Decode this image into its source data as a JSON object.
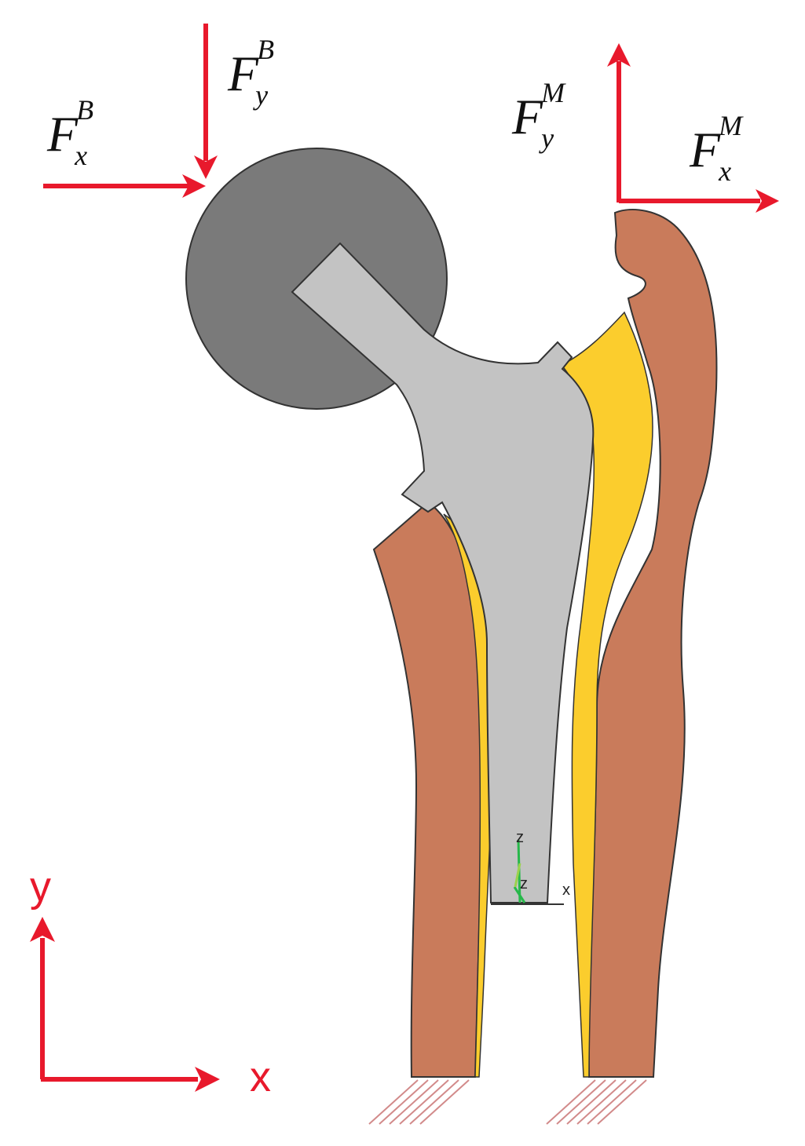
{
  "forces": {
    "fxb": {
      "symbol": "F",
      "sub": "x",
      "sup": "B"
    },
    "fyb": {
      "symbol": "F",
      "sub": "y",
      "sup": "B"
    },
    "fym": {
      "symbol": "F",
      "sub": "y",
      "sup": "M"
    },
    "fxm": {
      "symbol": "F",
      "sub": "x",
      "sup": "M"
    }
  },
  "axes": {
    "x": "x",
    "y": "y"
  },
  "local_axes": {
    "x": "x",
    "z1": "z",
    "z2": "z"
  },
  "colors": {
    "arrow": "#e8192c",
    "bone": "#c97b5b",
    "cement": "#fbcd2d",
    "stem": "#c3c3c3",
    "head": "#7a7a7a",
    "outline": "#333333",
    "hatch": "#d28a8a"
  }
}
